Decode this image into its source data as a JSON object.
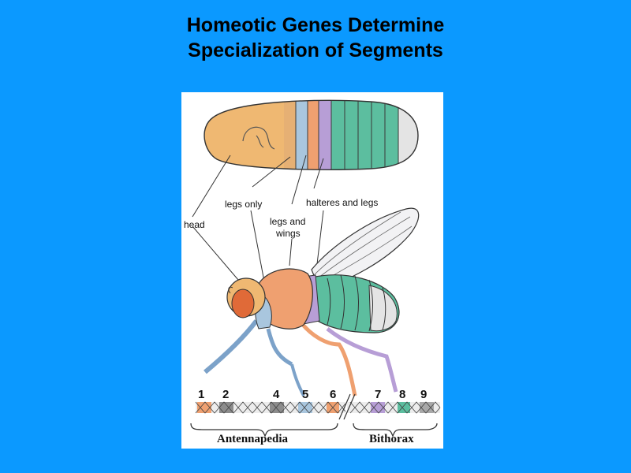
{
  "slide": {
    "title_line1": "Homeotic Genes Determine",
    "title_line2": "Specialization of Segments",
    "background_color": "#0B99FF"
  },
  "figure": {
    "labels": {
      "head": "head",
      "legs_only": "legs only",
      "legs_and_wings_line1": "legs and",
      "legs_and_wings_line2": "wings",
      "halteres_and_legs": "halteres and legs"
    },
    "gene_numbers": [
      "1",
      "2",
      "4",
      "5",
      "6",
      "7",
      "8",
      "9"
    ],
    "complexes": {
      "antennapedia": "Antennapedia",
      "bithorax": "Bithorax"
    },
    "segment_colors": {
      "head": "#EFB872",
      "legs_only": "#A9C6DE",
      "legs_and_wings": "#EFA070",
      "halteres": "#B79ED6",
      "abdomen": "#5CBE9F",
      "posterior": "#E4E4E4"
    }
  }
}
